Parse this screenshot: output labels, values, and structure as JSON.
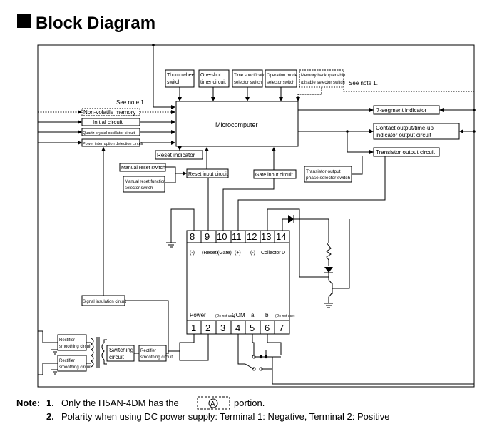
{
  "title": "Block Diagram",
  "blocks": {
    "thumbwheel": [
      "Thumbwheel",
      "switch"
    ],
    "oneshot": [
      "One-shot",
      "timer circuit"
    ],
    "timespec": [
      "Time specification",
      "selector switch"
    ],
    "opmode": [
      "Operation mode",
      "selector switch"
    ],
    "membackup": [
      "Memory backup enable",
      "/disable selector switch"
    ],
    "see_note_top": "See note 1.",
    "see_note_left": "See note 1.",
    "nonvolatile": "Non-volatile memory",
    "initial": "Initial circuit",
    "quartz": "Quartz crystal oscillator circuit",
    "powerint": "Power interruption detection circuit",
    "microcomputer": "Microcomputer",
    "seg7": "7-segment indicator",
    "contact": [
      "Contact output/time-up",
      "indicator output circuit"
    ],
    "transistor_out": "Transistor output circuit",
    "reset_ind": "Reset indicator",
    "manual_reset": "Manual reset switch",
    "manual_reset_fn": [
      "Manual reset function",
      "selector switch"
    ],
    "reset_input": "Reset input circuit",
    "gate_input": "Gate input circuit",
    "tr_phase": [
      "Transistor output",
      "phase selector switch"
    ],
    "signal_ins": "Signal insulation circuit",
    "rect1": [
      "Rectifier",
      "smoothing circuit"
    ],
    "rect2": [
      "Rectifier",
      "smoothing circuit"
    ],
    "rect3": [
      "Rectifier",
      "smoothing circuit"
    ],
    "switching": [
      "Switching",
      "circuit"
    ]
  },
  "terminals": {
    "top_nums": [
      "8",
      "9",
      "10",
      "11",
      "12",
      "13",
      "14"
    ],
    "top_labels": [
      "(-)",
      "(Reset)",
      "(Gate)",
      "(+)",
      "(-)",
      "Collector",
      "D"
    ],
    "bottom_nums": [
      "1",
      "2",
      "3",
      "4",
      "5",
      "6",
      "7"
    ],
    "power": "Power",
    "nc1": "(Do not use)",
    "com": "COM",
    "a": "a",
    "b": "b",
    "nc2": "(Do not use)"
  },
  "notes": {
    "label": "Note:",
    "n1_num": "1.",
    "n1_text": "Only the H5AN-4DM has the",
    "n1_symbol": "A",
    "n1_suffix": "portion.",
    "n2_num": "2.",
    "n2_text": "Polarity when using DC power supply: Terminal 1: Negative, Terminal 2: Positive"
  }
}
